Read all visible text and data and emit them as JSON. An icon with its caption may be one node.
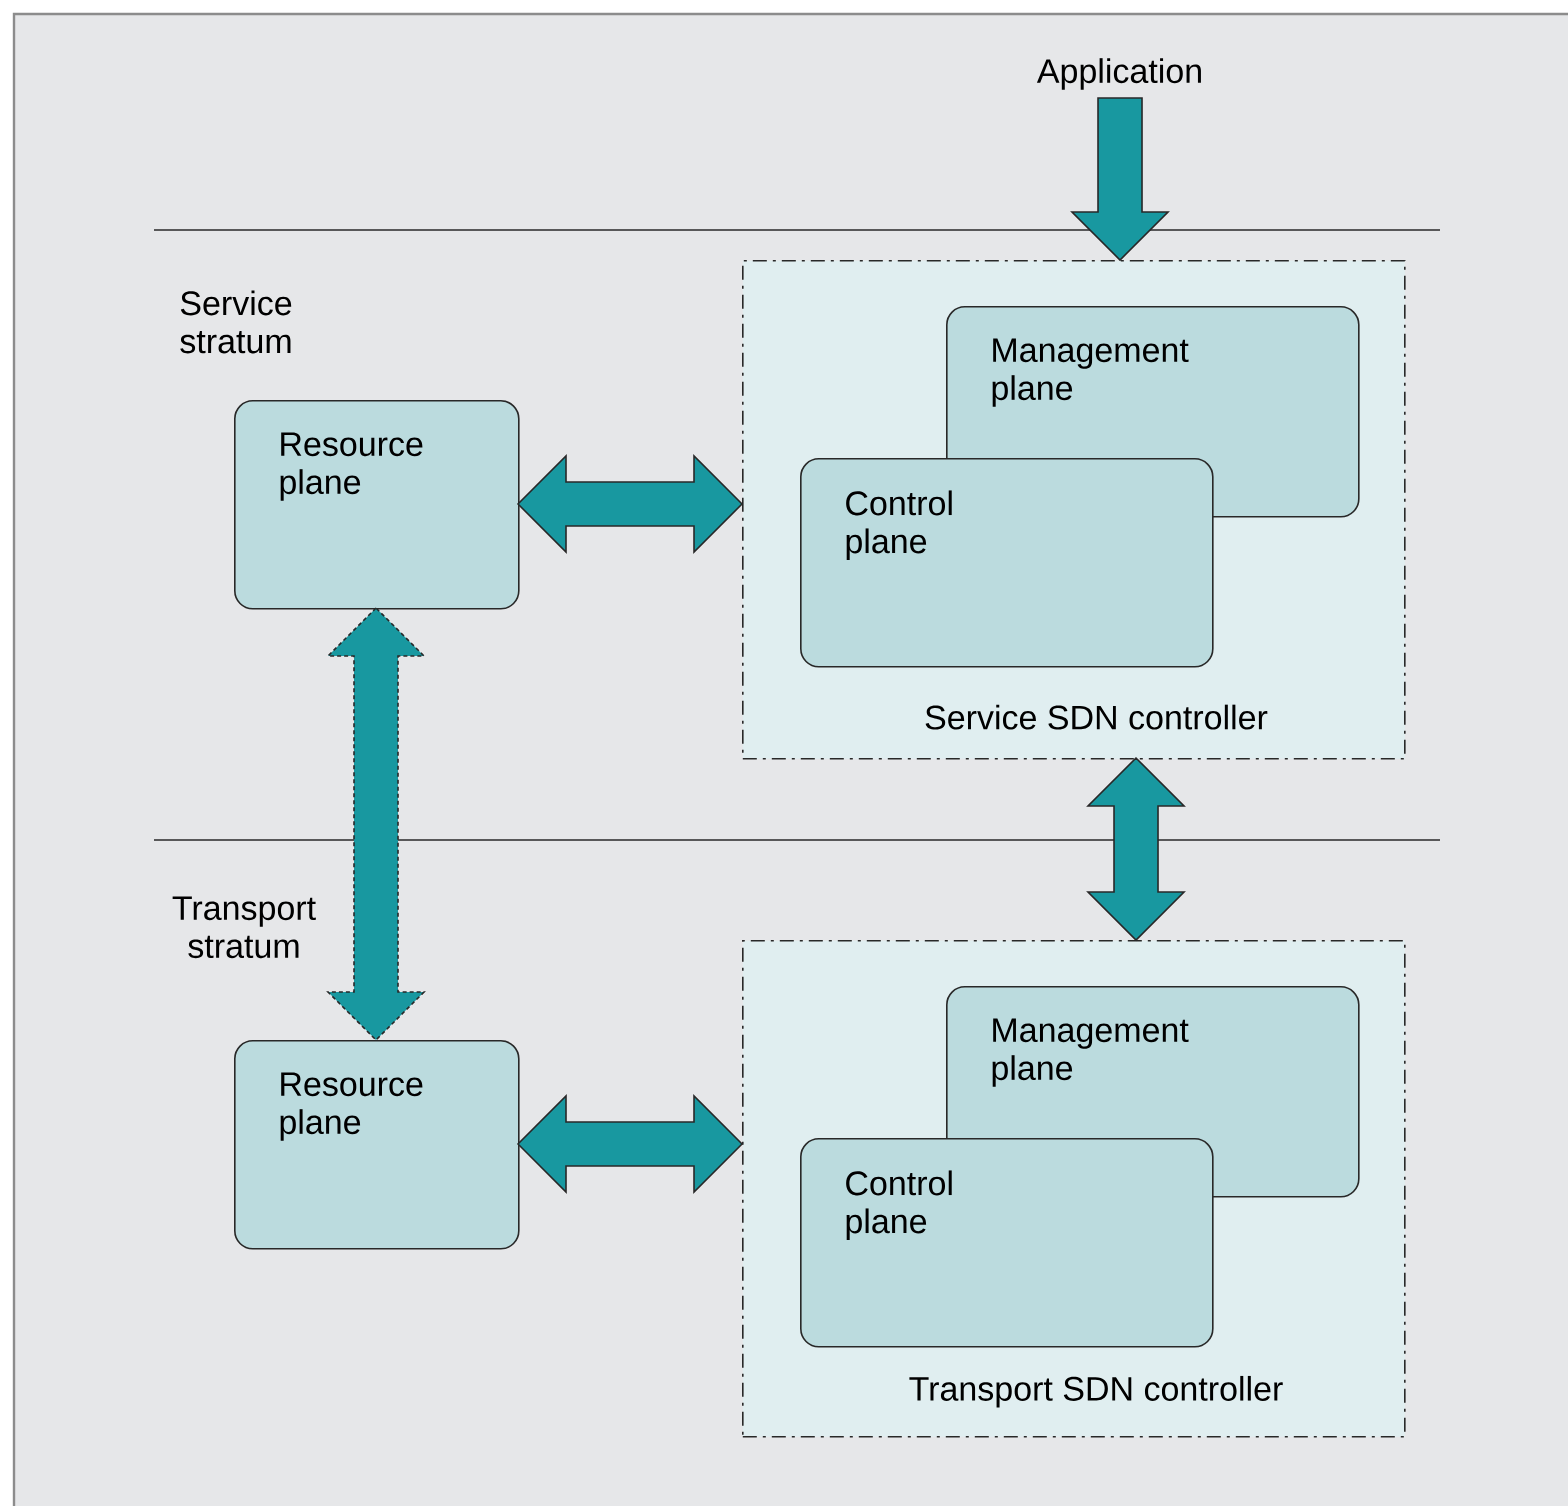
{
  "diagram": {
    "nodes": [
      {
        "text": [
          "Application"
        ]
      },
      {
        "text": [
          "Resource plane"
        ]
      },
      {
        "text": [
          "Service SDN controller"
        ]
      },
      {
        "text": [
          "Management plane"
        ],
        "in": 2
      },
      {
        "text": [
          "Control plane"
        ],
        "in": 2
      },
      {
        "text": [
          "Resource plane"
        ]
      },
      {
        "text": [
          "Transport SDN controller"
        ]
      },
      {
        "text": [
          "Management plane"
        ],
        "in": 6
      },
      {
        "text": [
          "Control plane"
        ],
        "in": 6
      }
    ],
    "edges": [
      {
        "from": 0,
        "to": 2,
        "arrow": "to"
      },
      {
        "from": 1,
        "to": 2,
        "arrow": "both"
      },
      {
        "from": 1,
        "to": 5,
        "arrow": "both",
        "style": "dashed"
      },
      {
        "from": 2,
        "to": 6,
        "arrow": "both"
      },
      {
        "from": 5,
        "to": 6,
        "arrow": "both"
      }
    ],
    "labels": [
      "Service stratum",
      "Transport stratum"
    ]
  }
}
